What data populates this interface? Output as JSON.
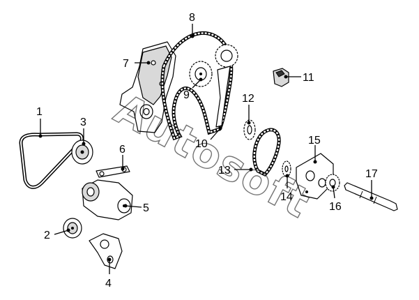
{
  "diagram": {
    "watermark": "Autosoft",
    "callouts": [
      "1",
      "2",
      "3",
      "4",
      "5",
      "6",
      "7",
      "8",
      "9",
      "10",
      "11",
      "12",
      "13",
      "14",
      "15",
      "16",
      "17"
    ]
  }
}
